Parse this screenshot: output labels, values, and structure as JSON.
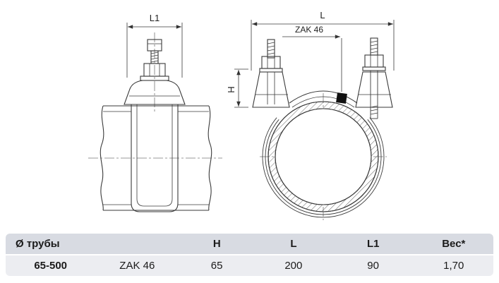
{
  "diagram": {
    "labels": {
      "l1": "L1",
      "l": "L",
      "zak": "ZAK 46",
      "h": "H"
    }
  },
  "table": {
    "headers": [
      "Ø трубы",
      "",
      "H",
      "L",
      "L1",
      "Вес*"
    ],
    "rows": [
      [
        "65-500",
        "ZAK 46",
        "65",
        "200",
        "90",
        "1,70"
      ]
    ]
  },
  "colors": {
    "line": "#3a3a3a",
    "header_bg": "#d8dbe2",
    "row_bg": "#ecedf1",
    "seal": "#111111"
  }
}
